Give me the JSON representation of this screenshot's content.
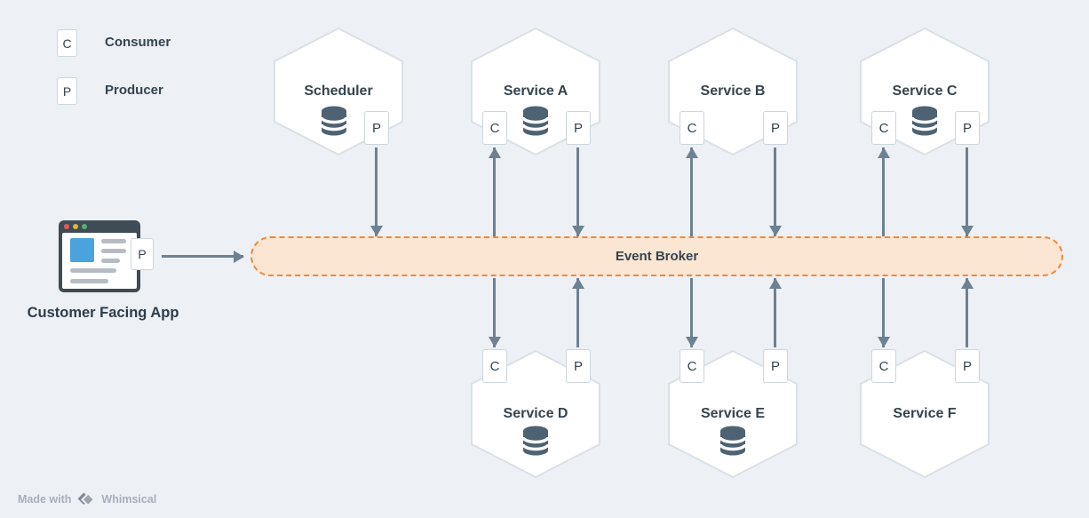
{
  "legend": {
    "items": [
      {
        "badge": "C",
        "label": "Consumer"
      },
      {
        "badge": "P",
        "label": "Producer"
      }
    ]
  },
  "nodes": [
    {
      "id": "scheduler",
      "label": "Scheduler",
      "badges": [
        "P"
      ],
      "has_database": true
    },
    {
      "id": "service-a",
      "label": "Service A",
      "badges": [
        "C",
        "P"
      ],
      "has_database": true
    },
    {
      "id": "service-b",
      "label": "Service B",
      "badges": [
        "C",
        "P"
      ],
      "has_database": false
    },
    {
      "id": "service-c",
      "label": "Service C",
      "badges": [
        "C",
        "P"
      ],
      "has_database": true
    },
    {
      "id": "service-d",
      "label": "Service D",
      "badges": [
        "C",
        "P"
      ],
      "has_database": true
    },
    {
      "id": "service-e",
      "label": "Service E",
      "badges": [
        "C",
        "P"
      ],
      "has_database": true
    },
    {
      "id": "service-f",
      "label": "Service F",
      "badges": [
        "C",
        "P"
      ],
      "has_database": false
    }
  ],
  "broker": {
    "label": "Event Broker"
  },
  "app": {
    "label": "Customer Facing App",
    "badge": "P"
  },
  "edges": [
    {
      "from": "scheduler.P",
      "to": "event-broker"
    },
    {
      "from": "event-broker",
      "to": "service-a.C"
    },
    {
      "from": "service-a.P",
      "to": "event-broker"
    },
    {
      "from": "event-broker",
      "to": "service-b.C"
    },
    {
      "from": "service-b.P",
      "to": "event-broker"
    },
    {
      "from": "event-broker",
      "to": "service-c.C"
    },
    {
      "from": "service-c.P",
      "to": "event-broker"
    },
    {
      "from": "event-broker",
      "to": "service-d.C"
    },
    {
      "from": "service-d.P",
      "to": "event-broker"
    },
    {
      "from": "event-broker",
      "to": "service-e.C"
    },
    {
      "from": "service-e.P",
      "to": "event-broker"
    },
    {
      "from": "event-broker",
      "to": "service-f.C"
    },
    {
      "from": "service-f.P",
      "to": "event-broker"
    },
    {
      "from": "customer-facing-app.P",
      "to": "event-broker"
    }
  ],
  "footer": {
    "made_with": "Made with",
    "brand": "Whimsical"
  },
  "colors": {
    "background": "#edf0f4",
    "node_fill": "#ffffff",
    "node_border": "#d9e1e7",
    "text": "#35444f",
    "arrow": "#6e8191",
    "database_icon": "#4d6272",
    "broker_fill": "#fbe5d3",
    "broker_border": "#ed8a3c",
    "badge_border": "#ccd6dd"
  }
}
